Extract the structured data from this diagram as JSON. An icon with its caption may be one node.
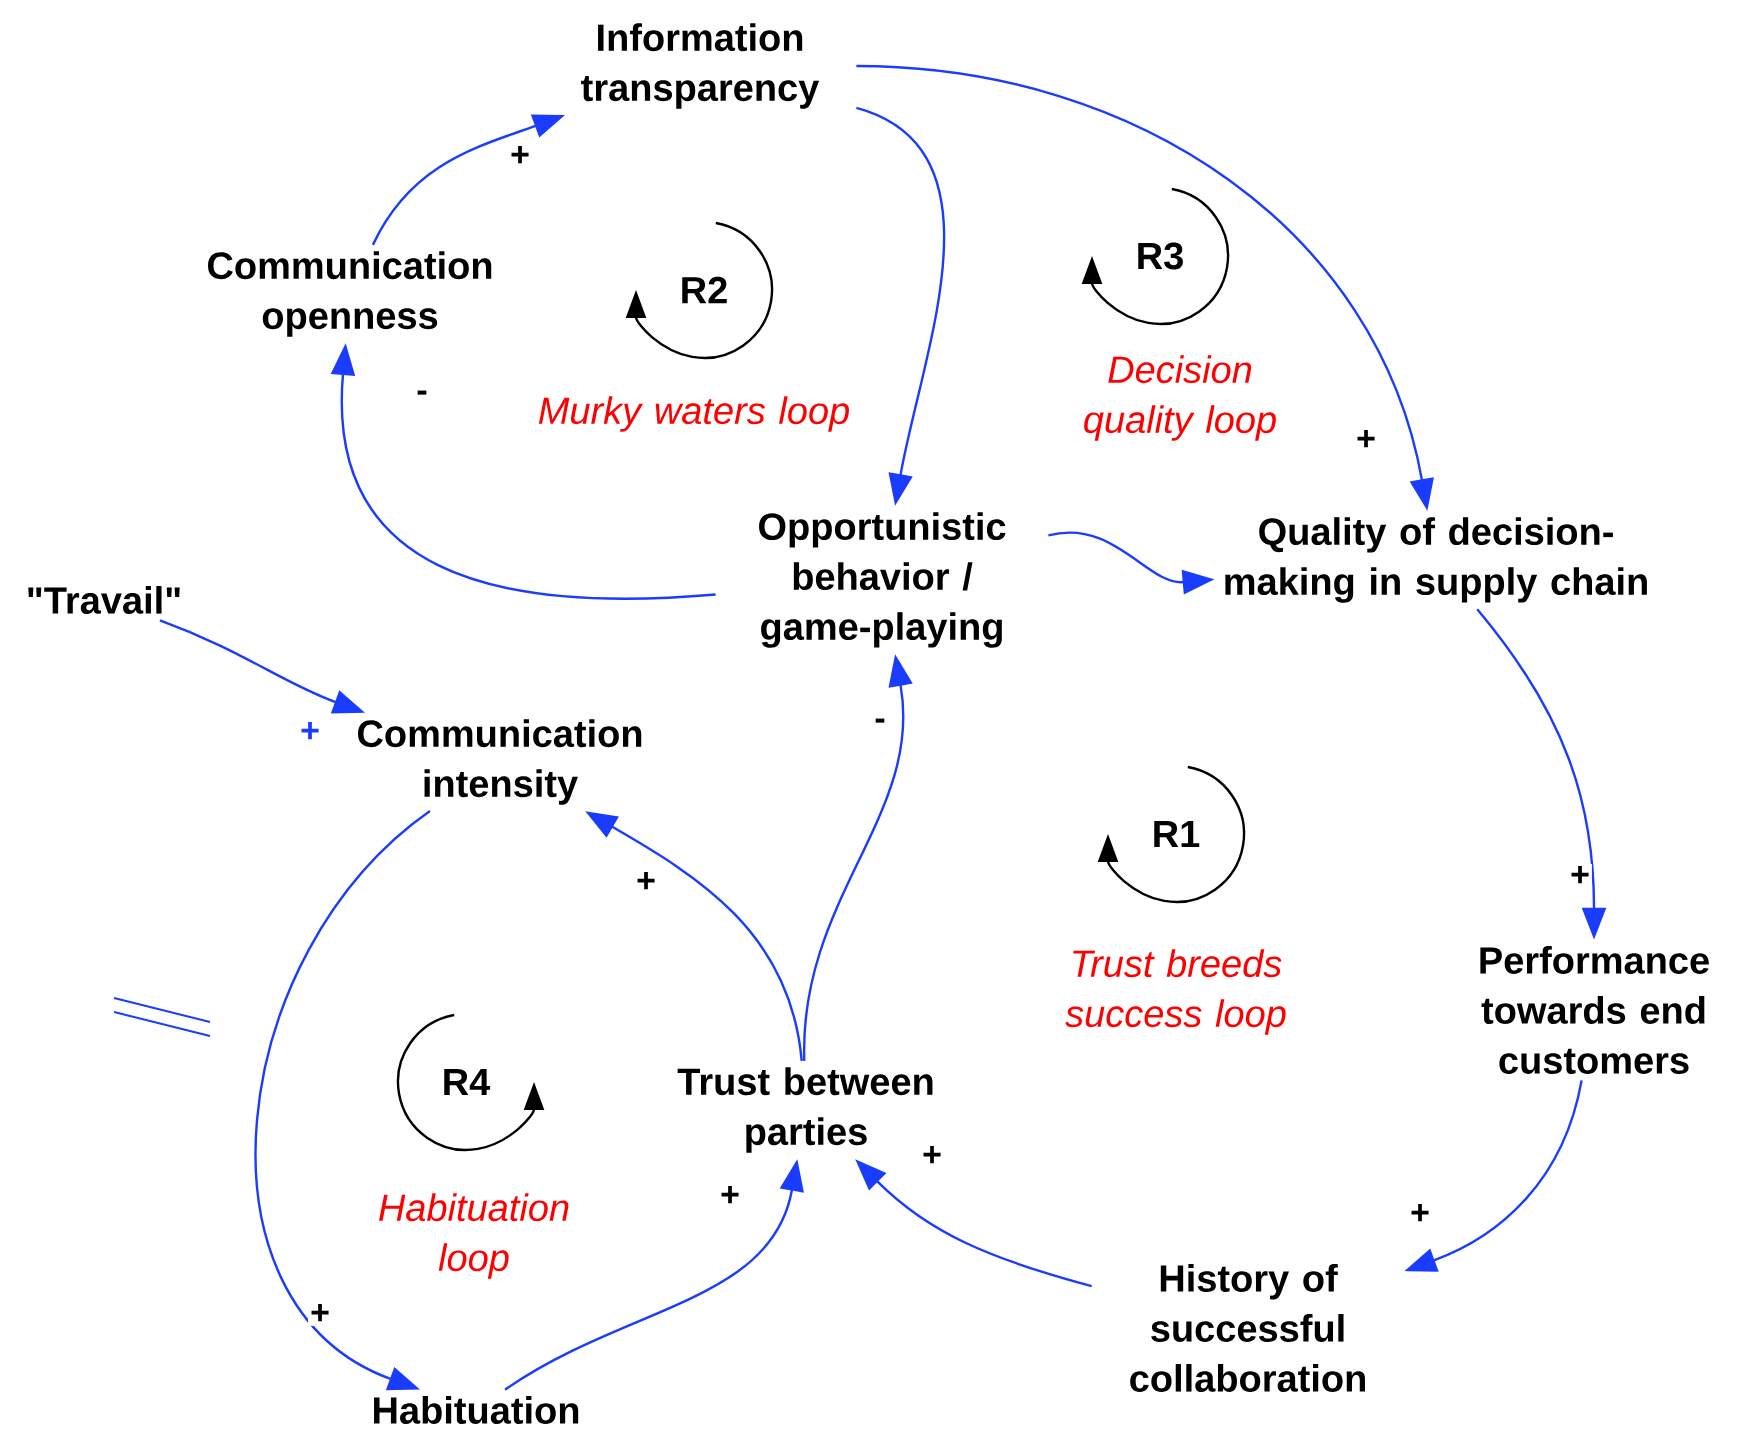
{
  "diagram": {
    "nodes": [
      {
        "text": [
          "Information transparency"
        ]
      },
      {
        "text": [
          "Communication openness"
        ]
      },
      {
        "text": [
          "Quality of decision-making in supply chain"
        ]
      },
      {
        "text": [
          "\"Travail\""
        ]
      },
      {
        "text": [
          "Opportunistic behavior / game-playing"
        ]
      },
      {
        "text": [
          "Communication intensity"
        ]
      },
      {
        "text": [
          "Performance towards end customers"
        ]
      },
      {
        "text": [
          "Trust between parties"
        ]
      },
      {
        "text": [
          "History of successful collaboration"
        ]
      },
      {
        "text": [
          "Habituation"
        ]
      }
    ],
    "edges": [
      {
        "from": 1,
        "to": 0,
        "arrow": "to",
        "label": "+"
      },
      {
        "from": 4,
        "to": 1,
        "arrow": "to",
        "label": "-"
      },
      {
        "from": 0,
        "to": 4,
        "arrow": "to"
      },
      {
        "from": 0,
        "to": 2,
        "arrow": "to",
        "label": "+"
      },
      {
        "from": 4,
        "to": 2,
        "arrow": "to"
      },
      {
        "from": 3,
        "to": 5,
        "arrow": "to",
        "label": "+"
      },
      {
        "from": 7,
        "to": 5,
        "arrow": "to",
        "label": "+"
      },
      {
        "from": 7,
        "to": 4,
        "arrow": "to",
        "label": "-"
      },
      {
        "from": 2,
        "to": 6,
        "arrow": "to",
        "label": "+"
      },
      {
        "from": 6,
        "to": 8,
        "arrow": "to",
        "label": "+"
      },
      {
        "from": 8,
        "to": 7,
        "arrow": "to",
        "label": "+"
      },
      {
        "from": 5,
        "to": 9,
        "arrow": "to",
        "label": "+"
      },
      {
        "from": 9,
        "to": 7,
        "arrow": "to",
        "label": "+"
      }
    ],
    "labels": [
      "R2",
      "Murky waters loop",
      "R3",
      "Decision quality loop",
      "R1",
      "Trust breeds success loop",
      "R4",
      "Habituation loop"
    ]
  }
}
